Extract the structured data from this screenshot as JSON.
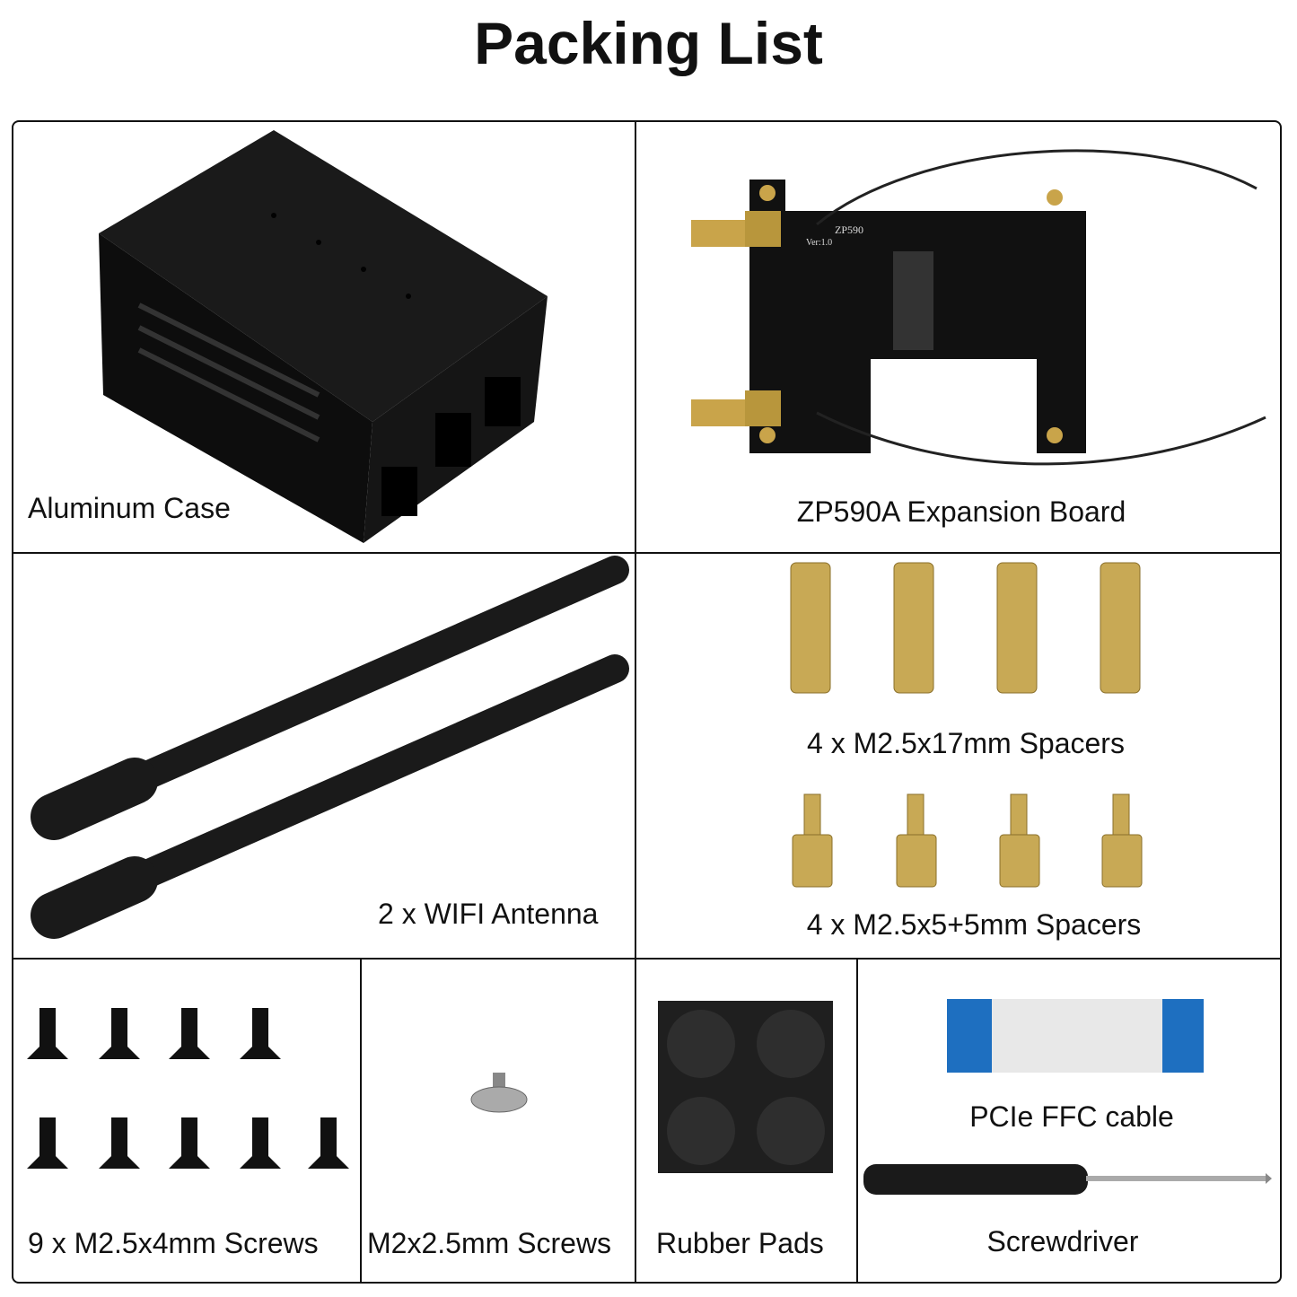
{
  "title": "Packing List",
  "items": {
    "case": "Aluminum Case",
    "board": "ZP590A Expansion Board",
    "board_silk": "ZP590",
    "board_version": "Ver:1.0",
    "antenna": "2 x WIFI Antenna",
    "spacers_long": "4 x M2.5x17mm Spacers",
    "spacers_short": "4 x M2.5x5+5mm Spacers",
    "screws_m25": "9 x M2.5x4mm Screws",
    "screws_m2": "M2x2.5mm Screws",
    "rubber_pads": "Rubber Pads",
    "ffc_cable": "PCIe FFC cable",
    "screwdriver": "Screwdriver"
  }
}
